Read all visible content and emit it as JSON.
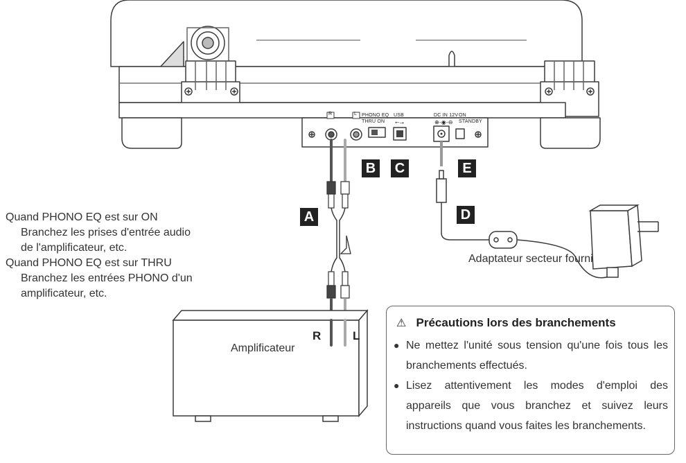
{
  "callouts": {
    "a": "A",
    "b": "B",
    "c": "C",
    "d": "D",
    "e": "E"
  },
  "panel": {
    "r": "R",
    "l": "L",
    "phono_eq": "PHONO EQ",
    "thru_on": "THRU   ON",
    "usb": "USB",
    "dc_in": "DC IN 12V",
    "on": "ON",
    "standby": "STANDBY"
  },
  "notes": {
    "on_heading": "Quand PHONO EQ est sur ON",
    "on_line1": "Branchez les prises d'entrée audio",
    "on_line2": "de l'amplificateur, etc.",
    "thru_heading": "Quand PHONO EQ est sur THRU",
    "thru_line1": "Branchez les entrées PHONO d'un",
    "thru_line2": "amplificateur, etc."
  },
  "amp": {
    "label": "Amplificateur",
    "r": "R",
    "l": "L"
  },
  "adapter_label": "Adaptateur secteur fourni",
  "caution": {
    "title": "Précautions lors des branchements",
    "items": [
      "Ne mettez l'unité sous tension qu'une fois tous les branchements effectués.",
      "Lisez attentivement les modes d'emploi des appareils que vous branchez et suivez leurs instructions quand vous faites les branchements."
    ]
  },
  "colors": {
    "stroke": "#3a3a3a",
    "callout_bg": "#222222",
    "grey_cable": "#8c8c8c"
  },
  "icons": [
    "warning-icon",
    "bullet-icon",
    "usb-icon",
    "polarity-icon"
  ]
}
